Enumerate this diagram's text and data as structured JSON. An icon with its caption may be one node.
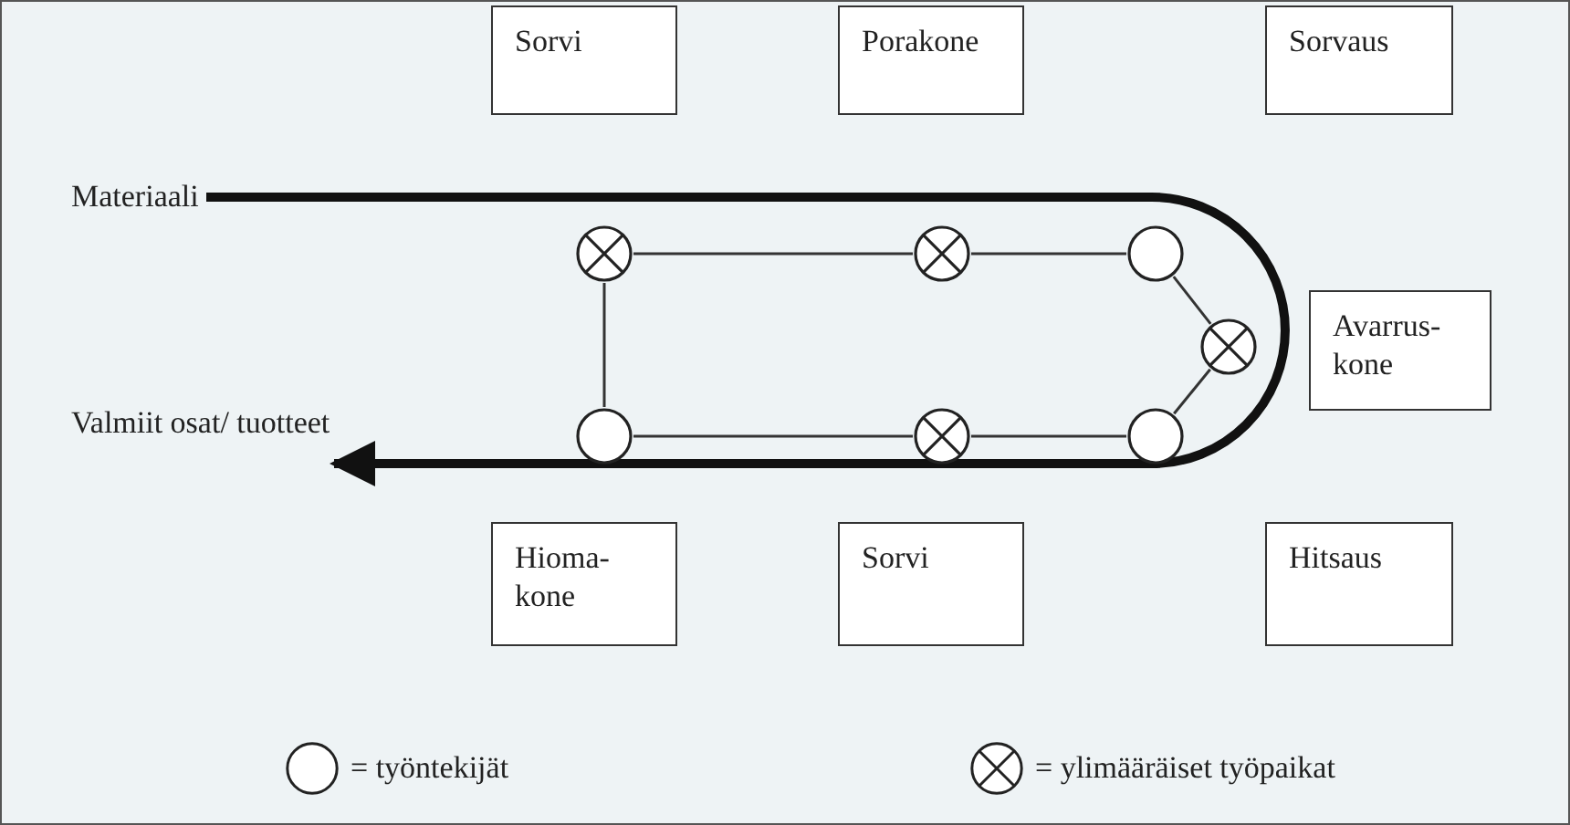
{
  "diagram": {
    "nodes": [
      {
        "text": [
          "Sorvi"
        ]
      },
      {
        "text": [
          "Porakone"
        ]
      },
      {
        "text": [
          "Sorvaus"
        ]
      },
      {
        "text": [
          "Avarrus- kone"
        ]
      },
      {
        "text": [
          "Hioma- kone"
        ]
      },
      {
        "text": [
          "Sorvi"
        ]
      },
      {
        "text": [
          "Hitsaus"
        ]
      },
      {
        "text": [
          "Materiaali"
        ]
      },
      {
        "text": [
          "Valmiit osat/ tuotteet"
        ]
      },
      {
        "text": [],
        "shape": "crossed-circle"
      },
      {
        "text": [],
        "shape": "crossed-circle"
      },
      {
        "text": [],
        "shape": "circle"
      },
      {
        "text": [],
        "shape": "crossed-circle"
      },
      {
        "text": [],
        "shape": "circle"
      },
      {
        "text": [],
        "shape": "crossed-circle"
      },
      {
        "text": [],
        "shape": "circle"
      }
    ],
    "edges": [
      {
        "from": 7,
        "to": 8,
        "arrow": "to",
        "style": "thick"
      },
      {
        "from": 9,
        "to": 10,
        "arrow": "none"
      },
      {
        "from": 10,
        "to": 11,
        "arrow": "none"
      },
      {
        "from": 11,
        "to": 12,
        "arrow": "none"
      },
      {
        "from": 12,
        "to": 15,
        "arrow": "none"
      },
      {
        "from": 15,
        "to": 14,
        "arrow": "none"
      },
      {
        "from": 14,
        "to": 13,
        "arrow": "none"
      },
      {
        "from": 13,
        "to": 9,
        "arrow": "none"
      }
    ],
    "legend": [
      {
        "text": "= työntekijät"
      },
      {
        "text": "= ylimääräiset työpaikat"
      }
    ]
  }
}
